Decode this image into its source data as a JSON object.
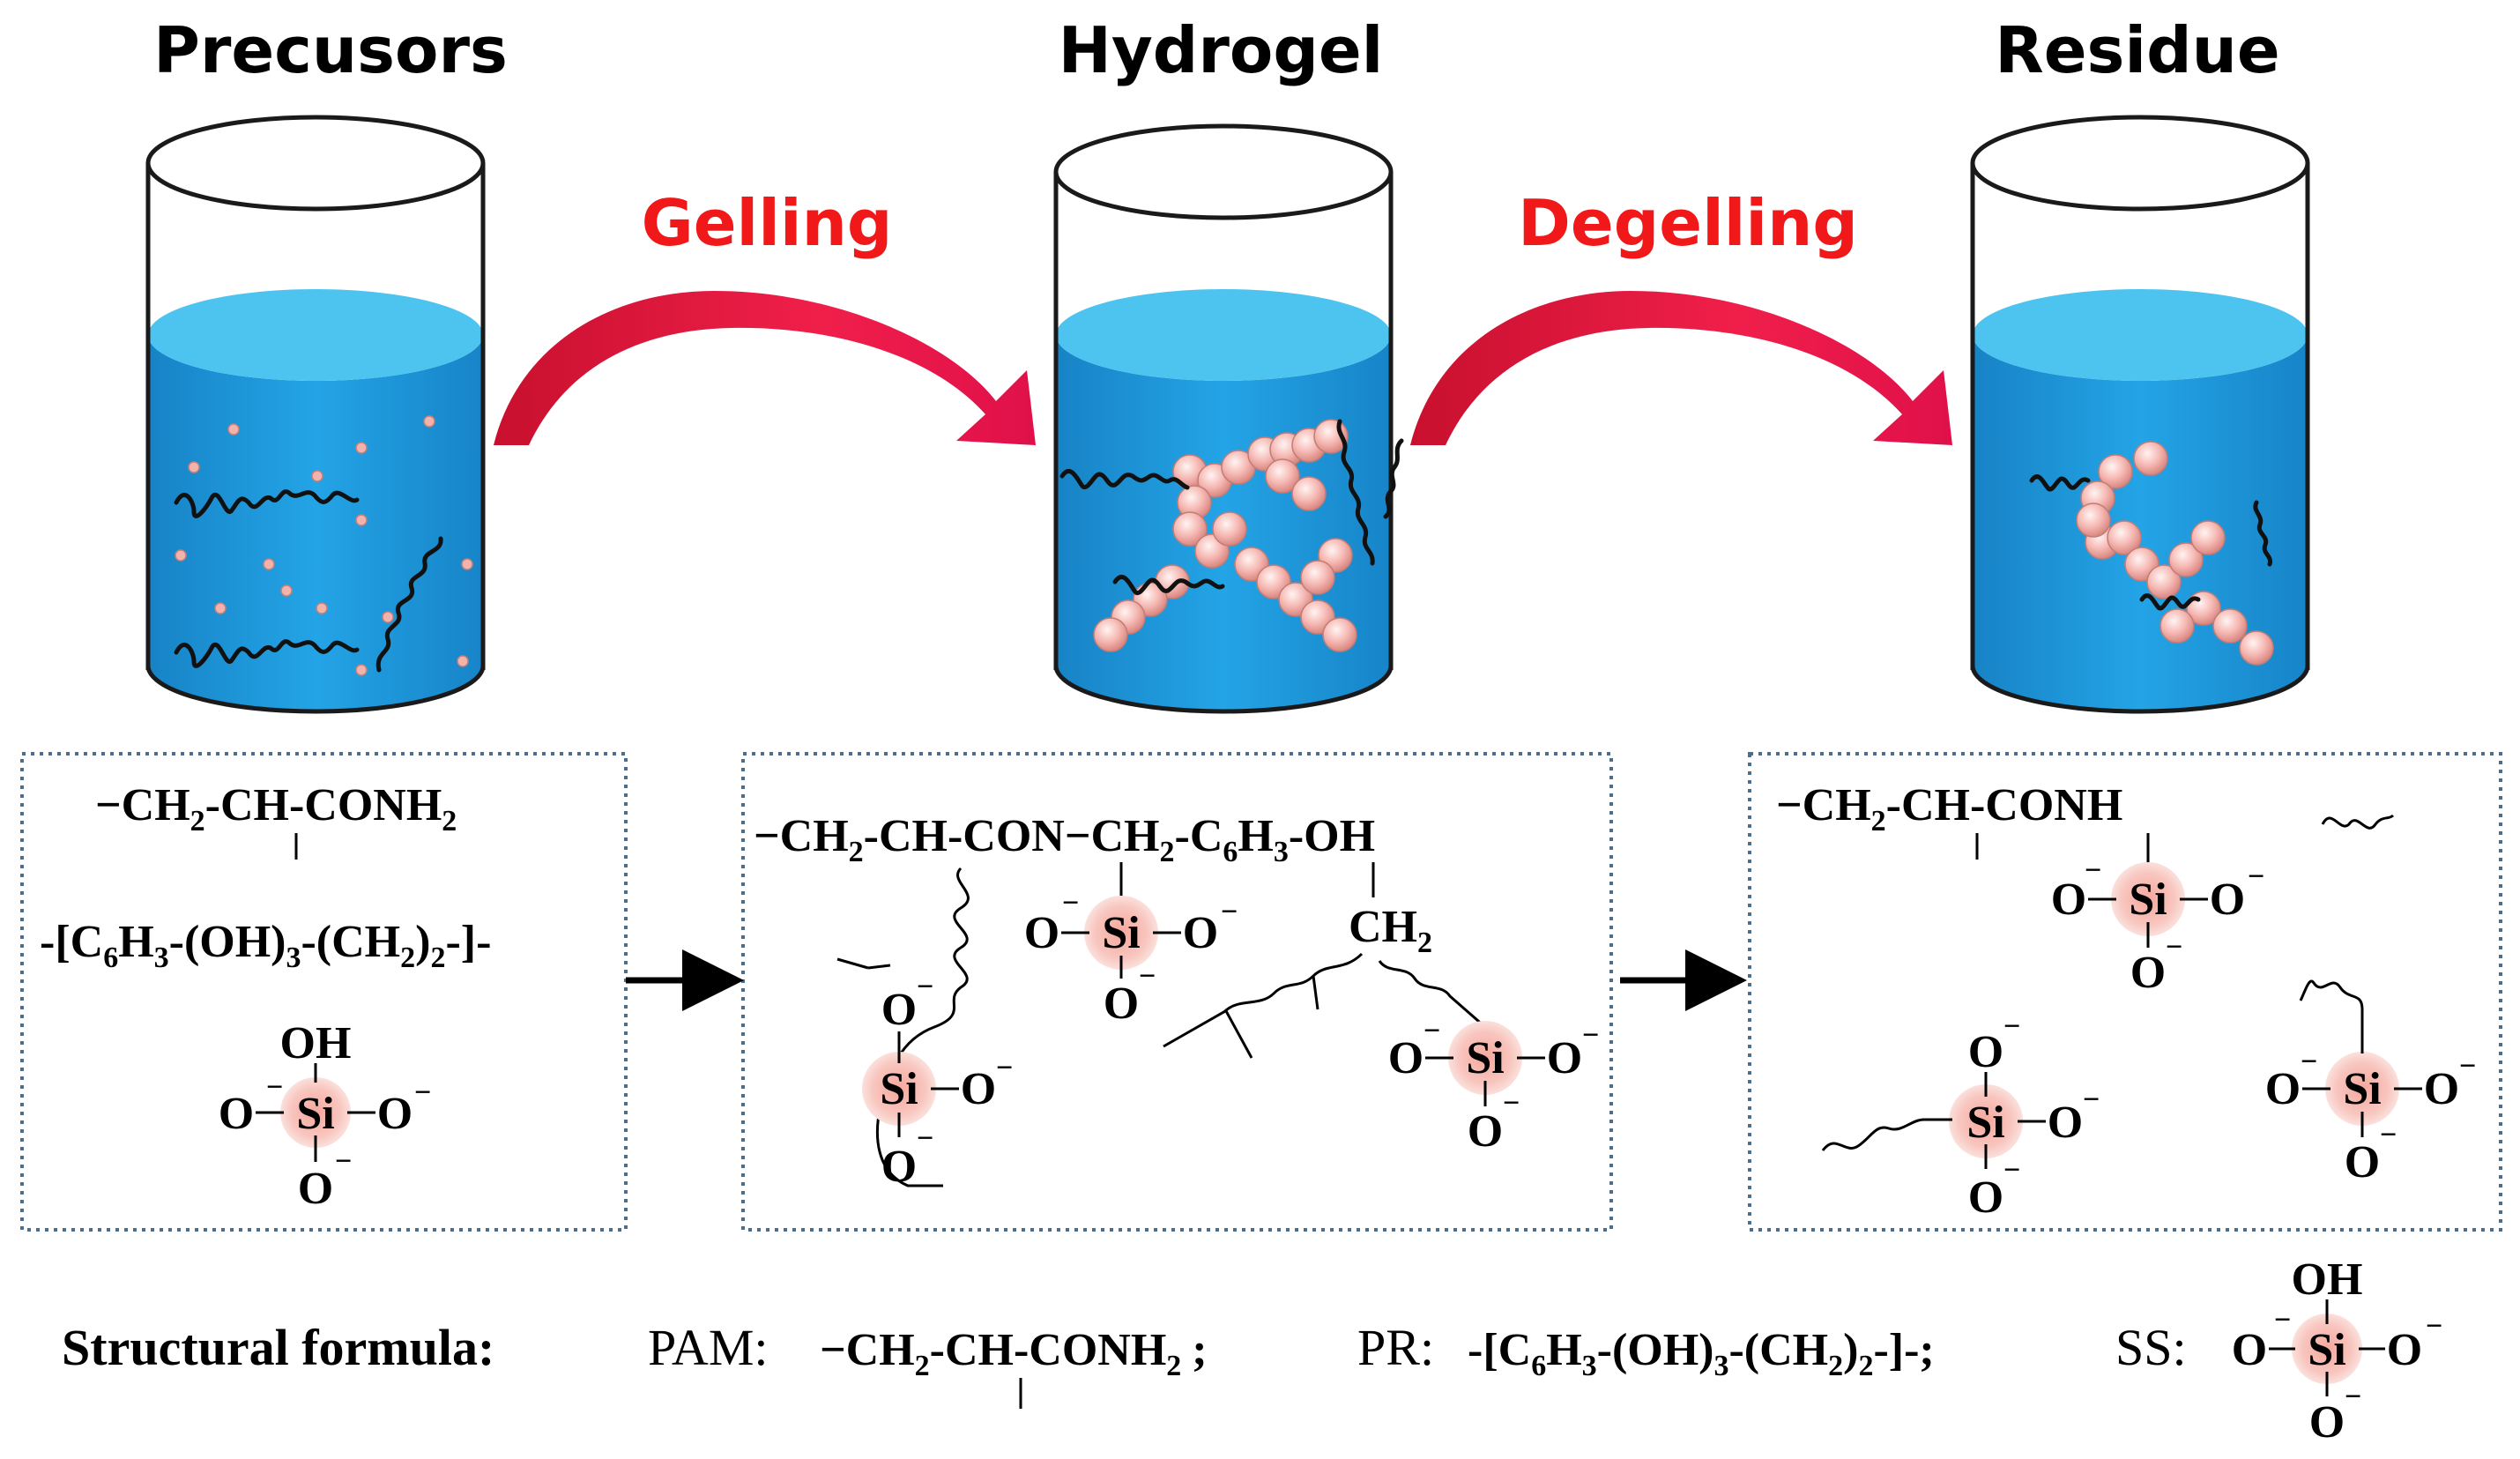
{
  "stages": {
    "precursors": "Precusors",
    "hydrogel": "Hydrogel",
    "residue": "Residue"
  },
  "processes": {
    "gelling": "Gelling",
    "degelling": "Degelling"
  },
  "colors": {
    "process_red": "#f01818",
    "liquid_blue": "#1e9be0",
    "liquid_top": "#4dc3f0",
    "bead_pink": "#f4b8b4",
    "box_border": "#4a6e8c"
  },
  "legend": {
    "heading": "Structural formula:",
    "pam_label": "PAM:",
    "pr_label": "PR:",
    "ss_label": "SS:"
  },
  "chem": {
    "ch2": "CH",
    "ch": "CH",
    "conh": "CONH",
    "con": "CON",
    "c": "C",
    "h": "H",
    "oh": "OH",
    "si": "Si",
    "o": "O",
    "sub2": "2",
    "sub3": "6",
    "sub3b": "3",
    "dash": "-",
    "semicolon": ";",
    "pr_formula_a": "-[C",
    "pr_formula_b": "H",
    "pr_formula_c": "-(OH)",
    "pr_formula_d": "-(CH",
    "pr_formula_e": ")",
    "pr_formula_f": "-]-",
    "minus": "−"
  }
}
